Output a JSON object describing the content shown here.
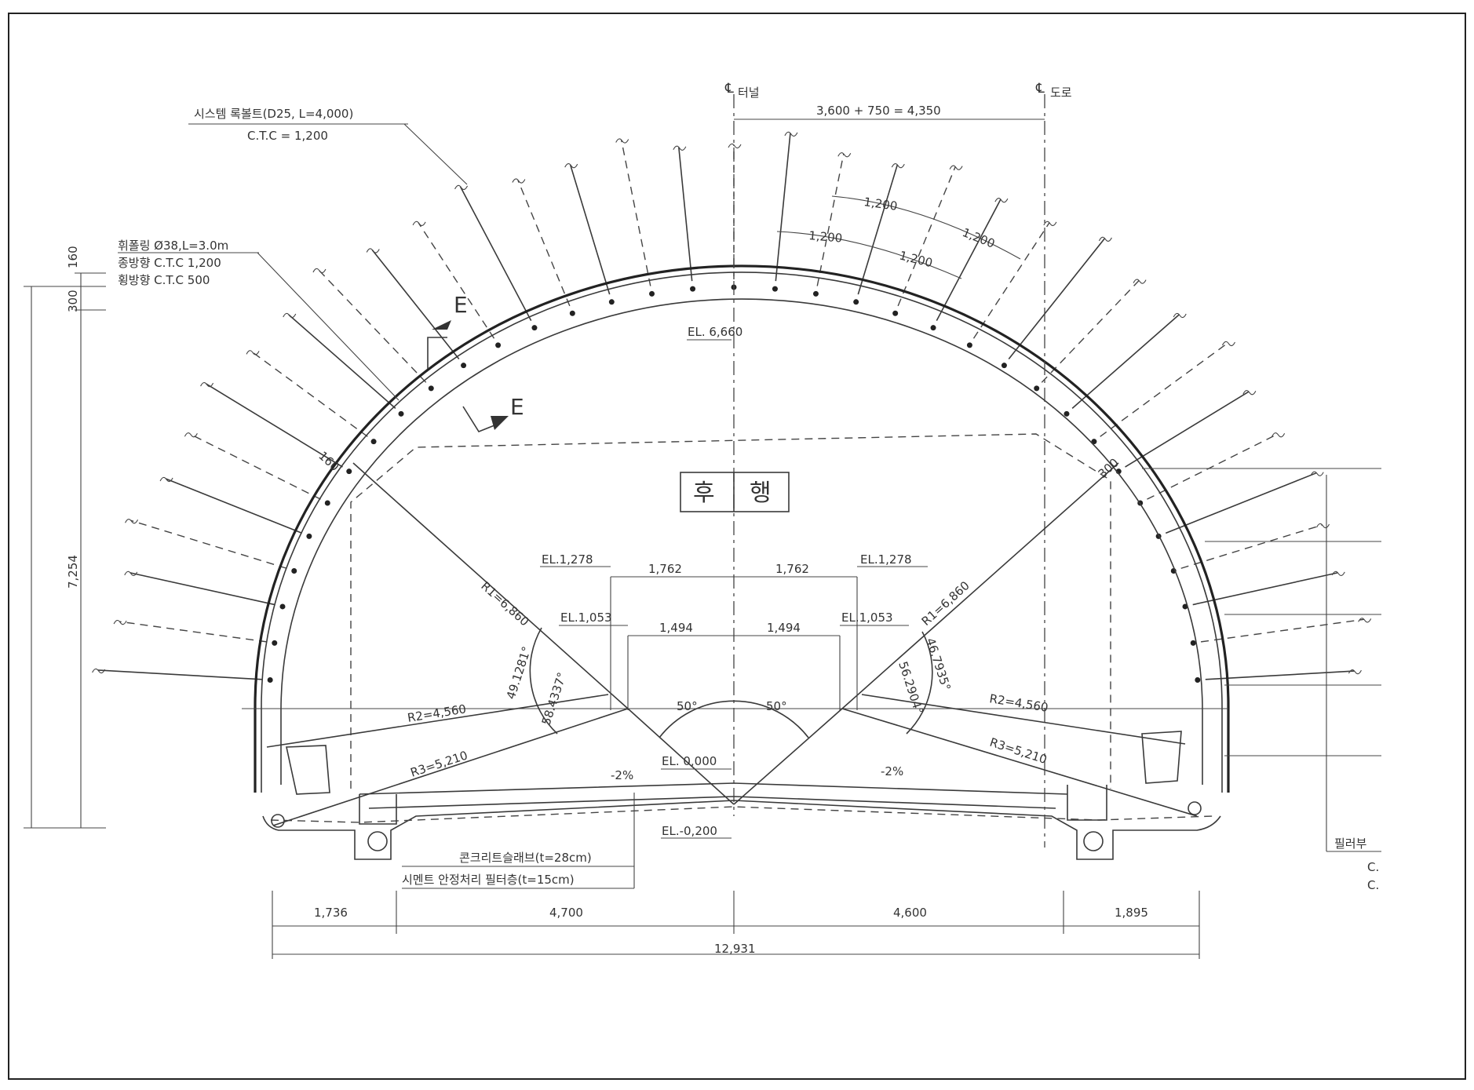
{
  "labels": {
    "rock_bolt_title": "시스템 록볼트(D25, L=4,000)",
    "rock_bolt_ctc": "C.T.C = 1,200",
    "forepole_title": "휘폴링 Ø38,L=3.0m",
    "forepole_long": "종방향 C.T.C 1,200",
    "forepole_trans": "횡방향 C.T.C   500",
    "cl_tunnel": "터널",
    "cl_road": "도로",
    "cl_symbol": "℄",
    "offset_dim": "3,600 + 750 = 4,350",
    "spacing_1": "1,200",
    "spacing_2": "1,200",
    "spacing_3": "1,200",
    "spacing_4": "1,200",
    "el_crown": "EL. 6,660",
    "section_a": "E",
    "section_b": "E",
    "direction_1": "후",
    "direction_2": "행",
    "el_1278_left": "EL.1,278",
    "el_1278_right": "EL.1,278",
    "el_1053_left": "EL.1,053",
    "el_1053_right": "EL.1,053",
    "dim_1762_l": "1,762",
    "dim_1762_r": "1,762",
    "dim_1494_l": "1,494",
    "dim_1494_r": "1,494",
    "r1_left": "R1=6,860",
    "r1_right": "R1=6,860",
    "r2_left": "R2=4,560",
    "r2_right": "R2=4,560",
    "r3_left": "R3=5,210",
    "r3_right": "R3=5,210",
    "ang_49": "49.1281°",
    "ang_58": "58.4337°",
    "ang_46": "46.7935°",
    "ang_56": "56.2904°",
    "ang_50_l": "50°",
    "ang_50_r": "50°",
    "slope_l": "-2%",
    "slope_r": "-2%",
    "el_zero": "EL. 0,000",
    "el_neg": "EL.-0,200",
    "slab_note": "콘크리트슬래브(t=28cm)",
    "filter_note": "시멘트 안정처리 필터층(t=15cm)",
    "dim_160": "160",
    "dim_300": "300",
    "dim_7254": "7,254",
    "lining_160": "160",
    "lining_300": "300",
    "bot_1736": "1,736",
    "bot_4700": "4,700",
    "bot_4600": "4,600",
    "bot_1895": "1,895",
    "bot_total": "12,931",
    "pillar_note": "필러부",
    "pillar_c1": "C.",
    "pillar_c2": "C."
  }
}
